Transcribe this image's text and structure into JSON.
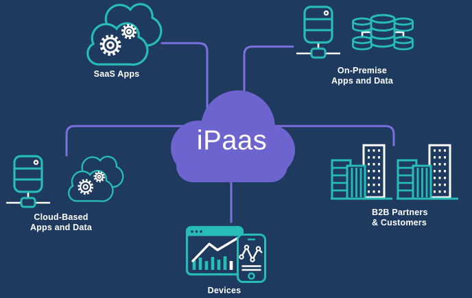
{
  "diagram": {
    "title": "iPaas",
    "type": "hub-and-spoke integration diagram",
    "colors": {
      "background": "#1F3A5F",
      "teal_accent": "#27BCB7",
      "white": "#FFFFFF",
      "hub_cloud_purple": "#6E64D0",
      "connector_purple": "#7C70DE"
    },
    "hub": {
      "label": "iPaas",
      "shape": "cloud-shape"
    },
    "nodes": {
      "saas": {
        "icon": "cloud-gears-icon",
        "label_lines": [
          "SaaS Apps"
        ]
      },
      "on_premise": {
        "icon": "server-icon + database-cluster-icon",
        "label_lines": [
          "On-Premise",
          "Apps and Data"
        ]
      },
      "cloud_based": {
        "icon": "server-icon + cloud-gears-icon",
        "label_lines": [
          "Cloud-Based",
          "Apps and Data"
        ]
      },
      "b2b": {
        "icon": "buildings-icon",
        "label_lines": [
          "B2B Partners",
          "& Customers"
        ]
      },
      "devices": {
        "icon": "browser-chart-icon + mobile-chart-icon",
        "label_lines": [
          "Devices"
        ]
      }
    },
    "connectors": [
      "saas-to-hub",
      "on-premise-to-hub",
      "cloud-based-to-hub",
      "b2b-to-hub",
      "devices-to-hub"
    ]
  }
}
